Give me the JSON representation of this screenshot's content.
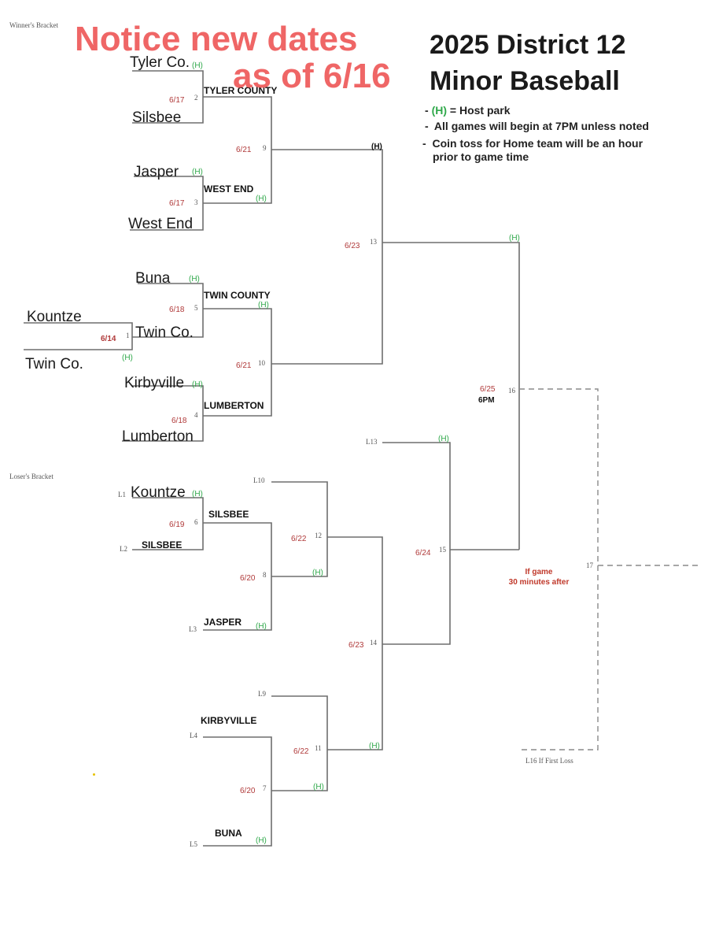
{
  "headers": {
    "winners_bracket": "Winner's Bracket",
    "losers_bracket": "Loser's Bracket",
    "notice_line1": "Notice new dates",
    "notice_line2": "as of 6/16",
    "title_line1": "2025 District 12",
    "title_line2": "Minor Baseball"
  },
  "legend": {
    "host_marker": "(H)",
    "host_text": "= Host park",
    "start_time": "All games will begin at 7PM unless noted",
    "coin_toss_line1": "Coin toss for Home team will be an hour",
    "coin_toss_line2": "prior to game time"
  },
  "teams": {
    "tyler": "Tyler Co.",
    "silsbee": "Silsbee",
    "jasper": "Jasper",
    "west_end": "West End",
    "buna": "Buna",
    "kountze": "Kountze",
    "twin_co_top": "Twin Co.",
    "twin_co_bottom": "Twin Co.",
    "kirbyville": "Kirbyville",
    "lumberton": "Lumberton",
    "kountze_lb": "Kountze",
    "silsbee_lb": "SILSBEE"
  },
  "winners": {
    "g2": "TYLER COUNTY",
    "g3": "WEST END",
    "g5": "TWIN COUNTY",
    "g4": "LUMBERTON",
    "g6": "SILSBEE",
    "l3": "JASPER",
    "l4": "KIRBYVILLE",
    "l5": "BUNA"
  },
  "dates": {
    "g1": "6/14",
    "g2": "6/17",
    "g3": "6/17",
    "g5": "6/18",
    "g4": "6/18",
    "g9": "6/21",
    "g10": "6/21",
    "g13": "6/23",
    "g16": "6/25",
    "g16_time": "6PM",
    "g6": "6/19",
    "g8": "6/20",
    "g7": "6/20",
    "g12": "6/22",
    "g11": "6/22",
    "g14": "6/23",
    "g15": "6/24"
  },
  "game_numbers": {
    "g1": "1",
    "g2": "2",
    "g3": "3",
    "g4": "4",
    "g5": "5",
    "g6": "6",
    "g7": "7",
    "g8": "8",
    "g9": "9",
    "g10": "10",
    "g11": "11",
    "g12": "12",
    "g13": "13",
    "g14": "14",
    "g15": "15",
    "g16": "16",
    "g17": "17"
  },
  "loser_refs": {
    "l1": "L1",
    "l2": "L2",
    "l3": "L3",
    "l4": "L4",
    "l5": "L5",
    "l9": "L9",
    "l10": "L10",
    "l13": "L13",
    "l16": "L16 If First Loss"
  },
  "host": "(H)",
  "notes": {
    "if_game_line1": "If game",
    "if_game_line2": "30 minutes after"
  },
  "colors": {
    "notice": "#ee5a5a",
    "host": "#2fa84a",
    "date": "#b03a3a",
    "line": "#6e6e6e"
  }
}
